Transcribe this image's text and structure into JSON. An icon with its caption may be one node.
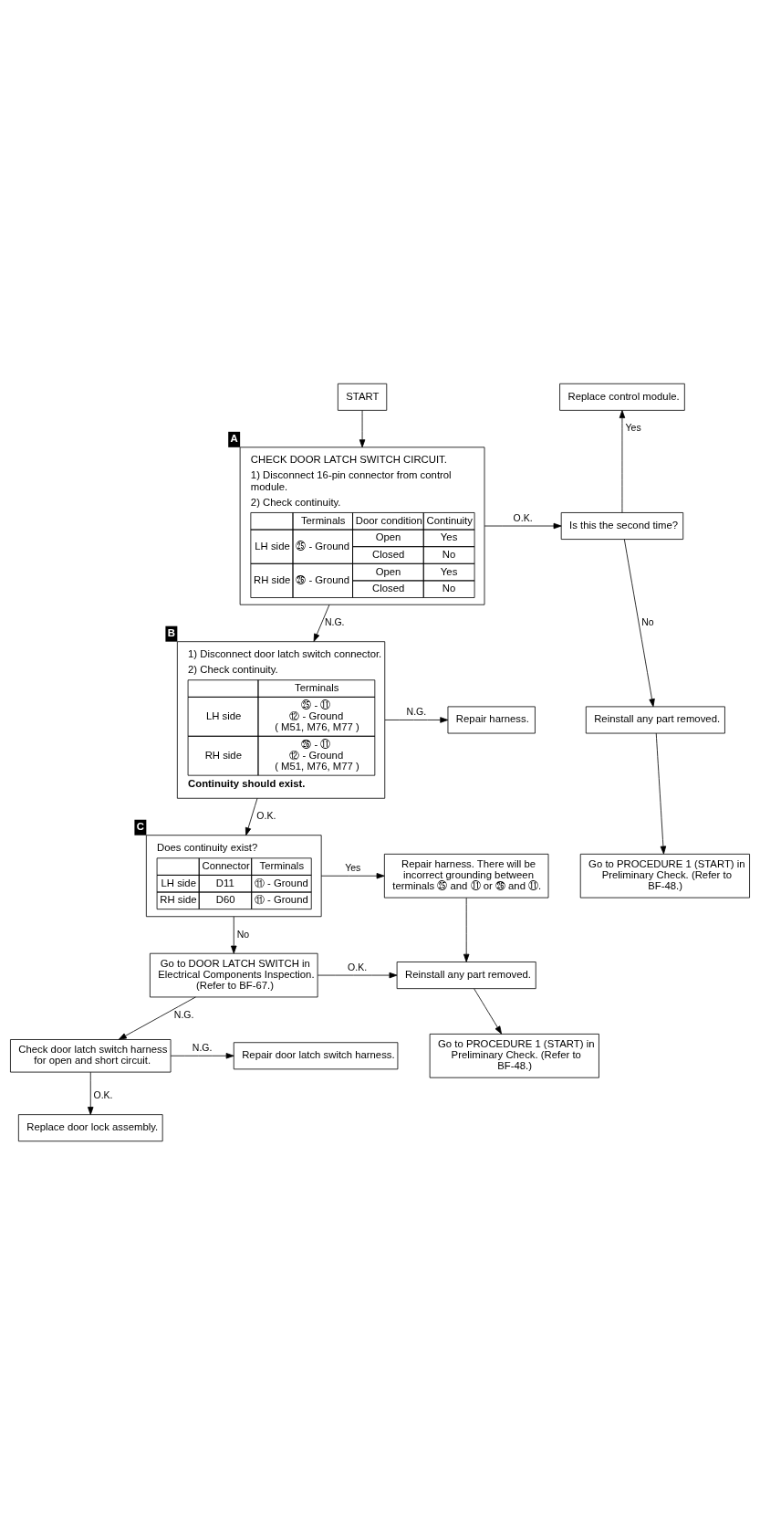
{
  "diagram": {
    "nodes": [
      {
        "text": [
          "START"
        ]
      },
      {
        "text": [
          "Replace control module."
        ]
      },
      {
        "text": [
          "CHECK DOOR LATCH SWITCH CIRCUIT.",
          "1) Disconnect 16-pin connector from control module.",
          "2) Check continuity.",
          "Terminals",
          "Door condition",
          "Continuity",
          "LH side",
          "㉕ - Ground",
          "Open",
          "Yes",
          "Closed",
          "No",
          "RH side",
          "㉖ - Ground",
          "Open",
          "Yes",
          "Closed",
          "No"
        ],
        "beside": [
          "A"
        ]
      },
      {
        "text": [
          "Is this the second time?"
        ]
      },
      {
        "text": [
          "Reinstall any part removed."
        ]
      },
      {
        "text": [
          "Go to PROCEDURE 1 (START) in Preliminary Check. (Refer to BF-48.)"
        ]
      },
      {
        "text": [
          "1) Disconnect door latch switch connector.",
          "2) Check continuity.",
          "Terminals",
          "LH side",
          "㉕ - ⑪",
          "⑫ - Ground",
          "( M51, M76, M77 )",
          "RH side",
          "㉖ - ⑪",
          "⑫ - Ground",
          "( M51, M76, M77 )",
          "Continuity should exist."
        ],
        "beside": [
          "B"
        ]
      },
      {
        "text": [
          "Repair harness."
        ]
      },
      {
        "text": [
          "Does continuity exist?",
          "Connector",
          "Terminals",
          "LH side",
          "D11",
          "⑪ - Ground",
          "RH side",
          "D60",
          "⑪ - Ground"
        ],
        "beside": [
          "C"
        ]
      },
      {
        "text": [
          "Repair harness. There will be incorrect grounding between terminals ㉕ and ⑪ or ㉖ and ⑪."
        ]
      },
      {
        "text": [
          "Go to DOOR LATCH SWITCH in Electrical Components Inspection. (Refer to BF-67.)"
        ]
      },
      {
        "text": [
          "Reinstall any part removed."
        ]
      },
      {
        "text": [
          "Go to PROCEDURE 1 (START) in Preliminary Check. (Refer to BF-48.)"
        ]
      },
      {
        "text": [
          "Check door latch switch harness for open and short circuit."
        ]
      },
      {
        "text": [
          "Repair door latch switch harness."
        ]
      },
      {
        "text": [
          "Replace door lock assembly."
        ]
      }
    ],
    "edges": [
      {
        "from": 0,
        "to": 2,
        "arrow": "to"
      },
      {
        "from": 2,
        "to": 3,
        "arrow": "to",
        "label": "O.K."
      },
      {
        "from": 3,
        "to": 1,
        "arrow": "to",
        "label": "Yes"
      },
      {
        "from": 3,
        "to": 4,
        "arrow": "to",
        "label": "No"
      },
      {
        "from": 4,
        "to": 5,
        "arrow": "to"
      },
      {
        "from": 2,
        "to": 6,
        "arrow": "to",
        "label": "N.G."
      },
      {
        "from": 6,
        "to": 7,
        "arrow": "to",
        "label": "N.G."
      },
      {
        "from": 6,
        "to": 8,
        "arrow": "to",
        "label": "O.K."
      },
      {
        "from": 8,
        "to": 9,
        "arrow": "to",
        "label": "Yes"
      },
      {
        "from": 8,
        "to": 10,
        "arrow": "to",
        "label": "No"
      },
      {
        "from": 9,
        "to": 11,
        "arrow": "to"
      },
      {
        "from": 10,
        "to": 11,
        "arrow": "to",
        "label": "O.K."
      },
      {
        "from": 11,
        "to": 12,
        "arrow": "to"
      },
      {
        "from": 10,
        "to": 13,
        "arrow": "to",
        "label": "N.G."
      },
      {
        "from": 13,
        "to": 14,
        "arrow": "to",
        "label": "N.G."
      },
      {
        "from": 13,
        "to": 15,
        "arrow": "to",
        "label": "O.K."
      }
    ]
  }
}
